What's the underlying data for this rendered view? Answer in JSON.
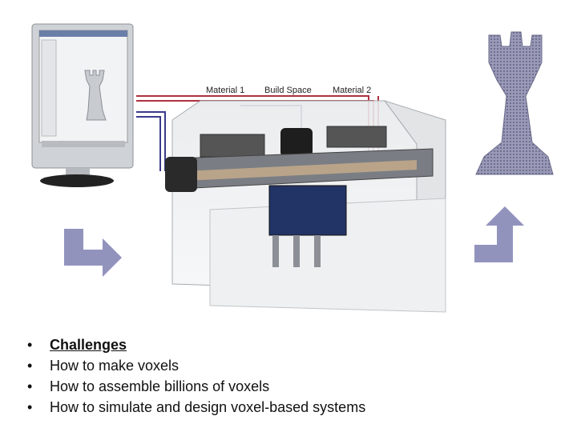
{
  "diagram": {
    "labels": {
      "material_1": "Material 1",
      "build_space": "Build Space",
      "material_2": "Material 2"
    },
    "icons": [
      "computer-monitor-icon",
      "chess-rook-icon",
      "arrow-down-right-icon",
      "arrow-up-right-icon"
    ],
    "colors": {
      "pipe_red": "#b03040",
      "pipe_blue": "#3a3a8a",
      "arrow": "#7f80b2",
      "rook": "#8a8aa8",
      "head_block": "#223366"
    }
  },
  "bullets": [
    "Challenges",
    "How to make voxels",
    "How to assemble billions of voxels",
    "How to simulate and design voxel-based systems"
  ]
}
